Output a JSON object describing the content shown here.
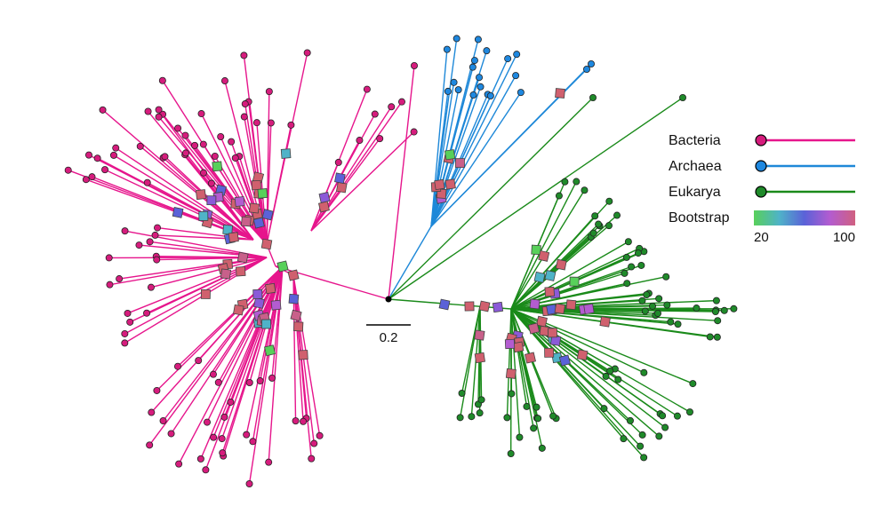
{
  "legend": {
    "items": [
      {
        "label": "Bacteria",
        "color": "#e6158c",
        "tip_fill": "#d61c7d"
      },
      {
        "label": "Archaea",
        "color": "#1e88d8",
        "tip_fill": "#1e88e0"
      },
      {
        "label": "Eukarya",
        "color": "#1a8a1a",
        "tip_fill": "#1f8a2a"
      }
    ],
    "bootstrap": {
      "label": "Bootstrap",
      "min_label": "20",
      "max_label": "100",
      "gradient": [
        "#58d05a",
        "#4fb3c8",
        "#5b62d8",
        "#b35cd0",
        "#d06080"
      ]
    }
  },
  "scale_bar": {
    "label": "0.2"
  }
}
